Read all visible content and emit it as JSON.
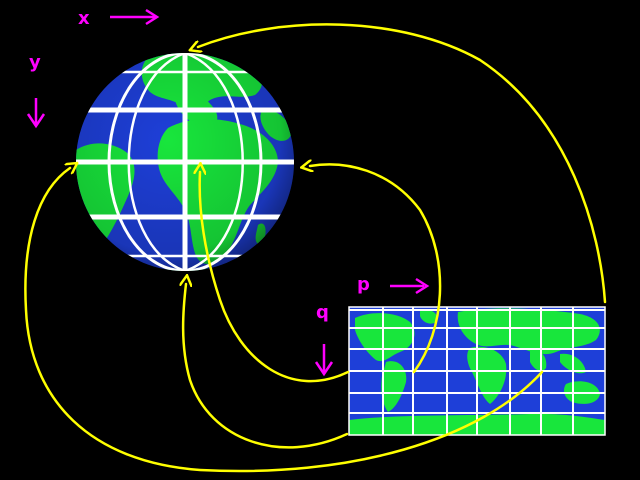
{
  "colors": {
    "background": "#000000",
    "ocean": "#1e3fd8",
    "land": "#18e63c",
    "grid": "#ffffff",
    "axis": "#ff00ff",
    "mapping_arrows": "#ffff00"
  },
  "sphere": {
    "axis_labels": {
      "horizontal": "x",
      "vertical": "y"
    }
  },
  "texture_map": {
    "axis_labels": {
      "horizontal": "p",
      "vertical": "q"
    }
  }
}
